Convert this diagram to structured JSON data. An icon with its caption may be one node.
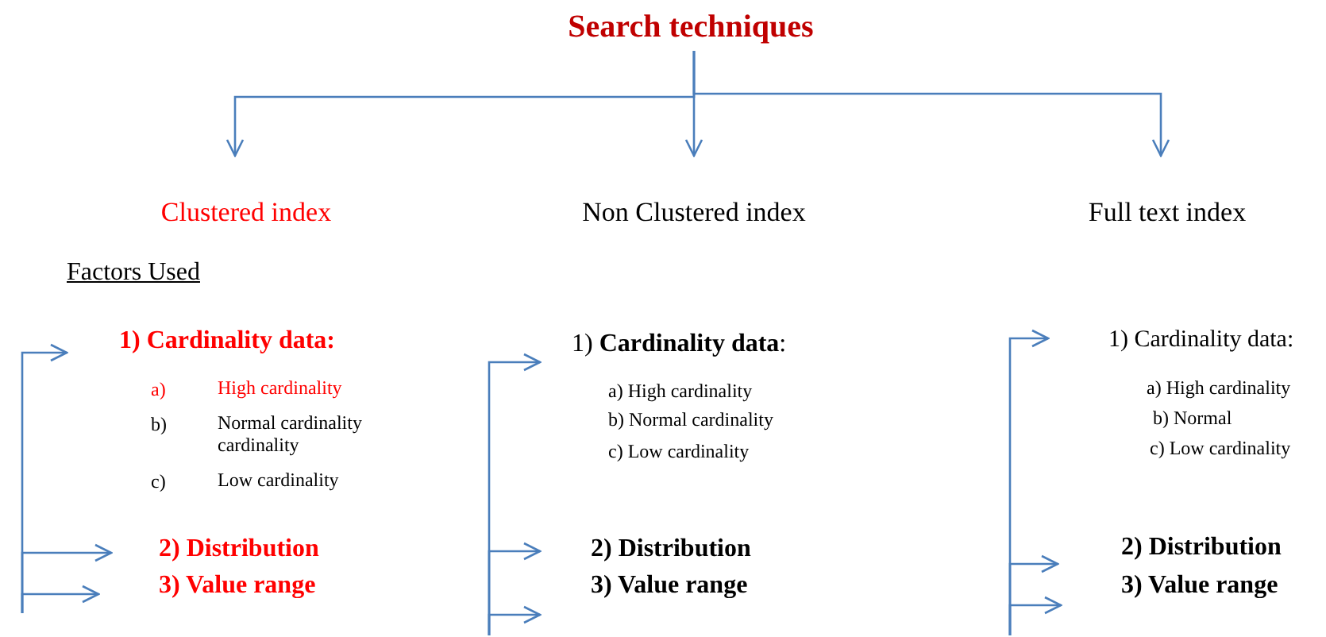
{
  "diagram": {
    "nodes": [
      {
        "text": [
          "Search techniques"
        ]
      },
      {
        "text": [
          "Clustered index"
        ]
      },
      {
        "text": [
          "Non Clustered index"
        ]
      },
      {
        "text": [
          "Full text index"
        ]
      },
      {
        "text": [
          "1) Cardinality data:",
          "a)",
          "High cardinality",
          "b)",
          "Normal cardinality cardinality",
          "c)",
          "Low cardinality"
        ]
      },
      {
        "text": [
          "2) Distribution"
        ]
      },
      {
        "text": [
          "3) Value range"
        ]
      },
      {
        "text": [
          "1) **Cardinality data**:",
          "a) High cardinality",
          "b) Normal cardinality",
          "c) Low cardinality"
        ]
      },
      {
        "text": [
          "2) Distribution"
        ]
      },
      {
        "text": [
          "3) Value range"
        ]
      },
      {
        "text": [
          "1) Cardinality data:",
          "a) High cardinality",
          "b) Normal",
          "c) Low cardinality"
        ]
      },
      {
        "text": [
          "2) Distribution"
        ]
      },
      {
        "text": [
          "3) Value range"
        ]
      }
    ],
    "edges": [
      {
        "from": 0,
        "to": 1,
        "arrow": "to"
      },
      {
        "from": 0,
        "to": 2,
        "arrow": "to"
      },
      {
        "from": 0,
        "to": 3,
        "arrow": "to"
      },
      {
        "from": null,
        "to": 4,
        "arrow": "to"
      },
      {
        "from": null,
        "to": 5,
        "arrow": "to"
      },
      {
        "from": null,
        "to": 6,
        "arrow": "to"
      },
      {
        "from": null,
        "to": 7,
        "arrow": "to"
      },
      {
        "from": null,
        "to": 8,
        "arrow": "to"
      },
      {
        "from": null,
        "to": 9,
        "arrow": "to"
      },
      {
        "from": null,
        "to": 10,
        "arrow": "to"
      },
      {
        "from": null,
        "to": 11,
        "arrow": "to"
      },
      {
        "from": null,
        "to": 12,
        "arrow": "to"
      }
    ],
    "labels": [
      "Factors Used"
    ]
  }
}
